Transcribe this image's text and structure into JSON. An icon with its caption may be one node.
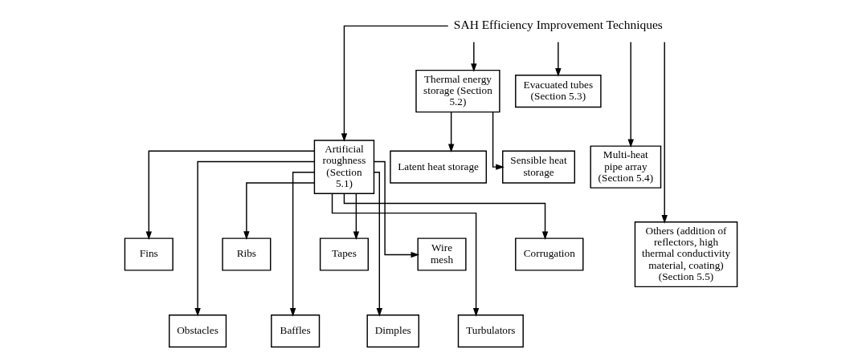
{
  "diagram": {
    "nodes": [
      {
        "text": [
          "SAH Efficiency Improvement Techniques"
        ]
      },
      {
        "text": [
          "Artificial roughness (Section 5.1)"
        ]
      },
      {
        "text": [
          "Thermal energy storage (Section 5.2)"
        ]
      },
      {
        "text": [
          "Evacuated tubes (Section 5.3)"
        ]
      },
      {
        "text": [
          "Multi-heat pipe array (Section 5.4)"
        ]
      },
      {
        "text": [
          "Others (addition of reflectors, high thermal conductivity material, coating) (Section 5.5)"
        ]
      },
      {
        "text": [
          "Latent heat storage"
        ]
      },
      {
        "text": [
          "Sensible heat storage"
        ]
      },
      {
        "text": [
          "Fins"
        ]
      },
      {
        "text": [
          "Obstacles"
        ]
      },
      {
        "text": [
          "Ribs"
        ]
      },
      {
        "text": [
          "Baffles"
        ]
      },
      {
        "text": [
          "Tapes"
        ]
      },
      {
        "text": [
          "Dimples"
        ]
      },
      {
        "text": [
          "Wire mesh"
        ]
      },
      {
        "text": [
          "Turbulators"
        ]
      },
      {
        "text": [
          "Corrugation"
        ]
      }
    ],
    "edges": [
      {
        "from": 0,
        "to": 1,
        "arrow": "to"
      },
      {
        "from": 0,
        "to": 2,
        "arrow": "to"
      },
      {
        "from": 0,
        "to": 3,
        "arrow": "to"
      },
      {
        "from": 0,
        "to": 4,
        "arrow": "to"
      },
      {
        "from": 0,
        "to": 5,
        "arrow": "to"
      },
      {
        "from": 2,
        "to": 6,
        "arrow": "to"
      },
      {
        "from": 2,
        "to": 7,
        "arrow": "to"
      },
      {
        "from": 1,
        "to": 8,
        "arrow": "to"
      },
      {
        "from": 1,
        "to": 9,
        "arrow": "to"
      },
      {
        "from": 1,
        "to": 10,
        "arrow": "to"
      },
      {
        "from": 1,
        "to": 11,
        "arrow": "to"
      },
      {
        "from": 1,
        "to": 12,
        "arrow": "to"
      },
      {
        "from": 1,
        "to": 13,
        "arrow": "to"
      },
      {
        "from": 1,
        "to": 14,
        "arrow": "to"
      },
      {
        "from": 1,
        "to": 15,
        "arrow": "to"
      },
      {
        "from": 1,
        "to": 16,
        "arrow": "to"
      }
    ]
  }
}
